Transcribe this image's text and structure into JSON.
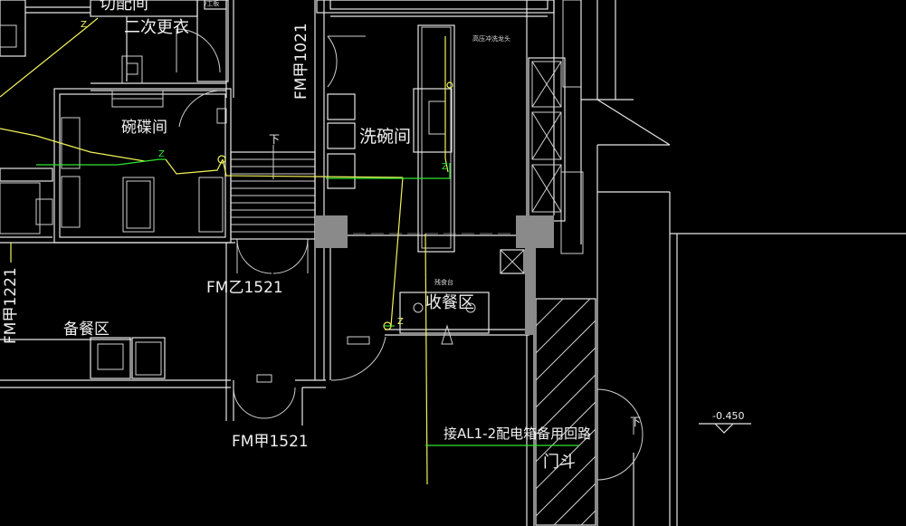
{
  "labels": {
    "qiepei": "切配间",
    "erci": "二次更衣",
    "wandie": "碗碟间",
    "xiwan": "洗碗间",
    "shoucan": "收餐区",
    "beican": "备餐区",
    "mendou": "门斗",
    "circuit_note": "接AL1-2配电箱备用回路",
    "elevation": "-0.450",
    "stair_down": "下",
    "door_fm_yi1521": "FM乙1521",
    "door_fm_jia1521": "FM甲1521",
    "door_fm_jia1021": "FM甲1021",
    "door_fm_jia1221": "FM甲1221",
    "wire_tag_1": "Z",
    "wire_tag_2": "Z",
    "wire_tag_3": "Z",
    "wire_tag_4": "Z",
    "small_high_pressure": "高压冲洗龙头",
    "small_shoucan_tai": "残食台",
    "small_chutai": "/工板"
  },
  "colors": {
    "background": "#000000",
    "wall": "#e6e6e6",
    "wire_yellow": "#f2f25a",
    "wire_green": "#2ee62e",
    "column_fill": "#8a8a8a"
  }
}
